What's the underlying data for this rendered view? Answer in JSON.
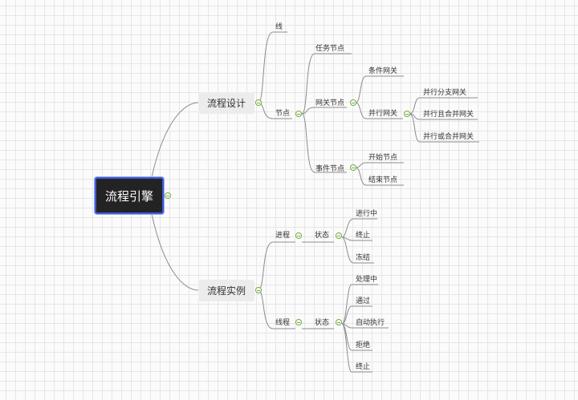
{
  "root": {
    "label": "流程引擎"
  },
  "branches": {
    "design": {
      "label": "流程设计",
      "line": "线",
      "node": "节点",
      "task_node": "任务节点",
      "gateway_node": "网关节点",
      "cond_gateway": "条件网关",
      "parallel_gateway": "并行网关",
      "par_split": "并行分支网关",
      "par_and": "并行且合并网关",
      "par_or": "并行或合并网关",
      "event_node": "事件节点",
      "start_node": "开始节点",
      "end_node": "结束节点"
    },
    "instance": {
      "label": "流程实例",
      "process": "进程",
      "process_state": "状态",
      "process_states": [
        "进行中",
        "终止",
        "冻结"
      ],
      "thread": "线程",
      "thread_state": "状态",
      "thread_states": [
        "处理中",
        "通过",
        "自动执行",
        "拒绝",
        "终止"
      ]
    }
  },
  "colors": {
    "line": "#8c8c8c",
    "toggle": "#6cad3a",
    "root_border": "#3d5bd8"
  },
  "icons": [
    "collapse-toggle-icon"
  ]
}
